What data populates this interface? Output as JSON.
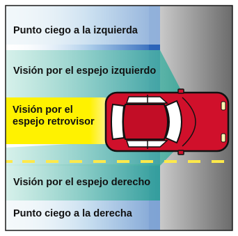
{
  "labels": {
    "left_blind_spot": "Punto ciego a la izquierda",
    "left_mirror_view": "Visión por el espejo izquierdo",
    "rearview_mirror_view": "Visión por el espejo retrovisor",
    "right_mirror_view": "Visión por el espejo derecho",
    "right_blind_spot": "Punto ciego a la derecha"
  },
  "colors": {
    "road_light": "#d4d4d4",
    "road_dark": "#6e6e6e",
    "left_blind_zone": "#cfe4ee",
    "mirror_zone": "#8fd4c7",
    "mirror_zone_deep": "#4fb7a7",
    "blue_edge": "#2a63b8",
    "rear_zone": "#fff200",
    "car_body": "#d0102b",
    "car_window": "#ffffff",
    "lane_stripe": "#ffe94a",
    "frame": "#1a1a1a"
  }
}
